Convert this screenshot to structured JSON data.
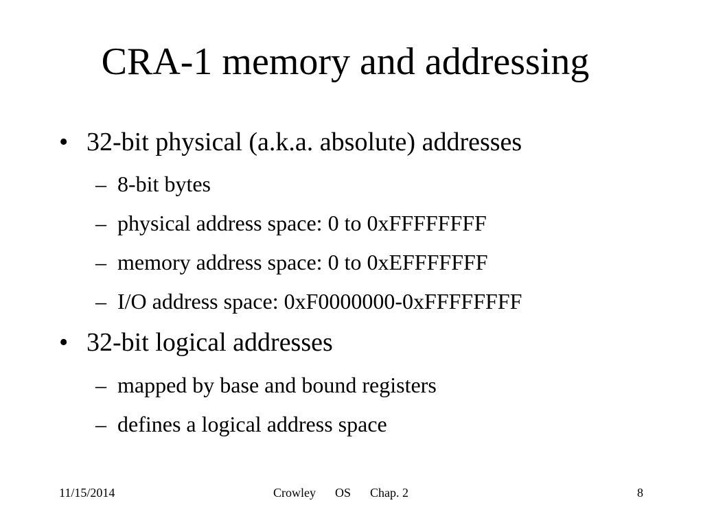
{
  "slide": {
    "title": "CRA-1 memory and addressing",
    "bullets": [
      {
        "text": "32-bit physical (a.k.a. absolute) addresses",
        "subitems": [
          "8-bit bytes",
          "physical address space: 0 to 0xFFFFFFFF",
          "memory address space: 0 to 0xEFFFFFFF",
          "I/O address space: 0xF0000000-0xFFFFFFFF"
        ]
      },
      {
        "text": "32-bit logical addresses",
        "subitems": [
          "mapped by base and bound registers",
          "defines a logical address space"
        ]
      }
    ],
    "bullet_symbol": "•",
    "sub_symbol": "–"
  },
  "footer": {
    "date": "11/15/2014",
    "author": "Crowley",
    "course": "OS",
    "chapter": "Chap. 2",
    "page_number": "8"
  }
}
